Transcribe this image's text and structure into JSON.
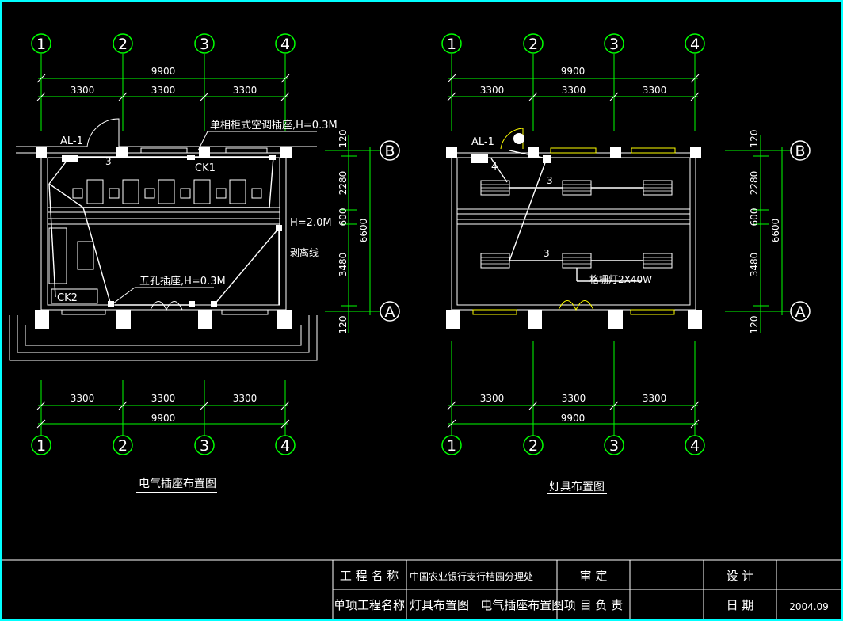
{
  "socket_plan": {
    "title": "电气插座布置图",
    "axes_top": [
      "1",
      "2",
      "3",
      "4"
    ],
    "axes_bottom": [
      "1",
      "2",
      "3",
      "4"
    ],
    "dim_total": "9900",
    "dim_spans": [
      "3300",
      "3300",
      "3300"
    ],
    "labels": {
      "panel": "AL-1",
      "ac_socket": "单相柜式空调插座,H=0.3M",
      "ck1": "CK1",
      "ck2": "CK2",
      "height": "H=2.0M",
      "five_hole": "五孔插座,H=0.3M",
      "wire_label": "剥离线",
      "wire_count_3": "3"
    }
  },
  "lighting_plan": {
    "title": "灯具布置图",
    "axes_top": [
      "1",
      "2",
      "3",
      "4"
    ],
    "axes_bottom": [
      "1",
      "2",
      "3",
      "4"
    ],
    "dim_total": "9900",
    "dim_spans": [
      "3300",
      "3300",
      "3300"
    ],
    "labels": {
      "panel": "AL-1",
      "grille_lamp": "格栅灯2X40W",
      "wire_count_3": "3",
      "wire_count_4": "4"
    }
  },
  "vertical_dims": {
    "row_axes": [
      "B",
      "A"
    ],
    "left_set": {
      "segments": [
        "120",
        "2280",
        "600",
        "3480",
        "120"
      ],
      "total": "6600"
    },
    "right_set": {
      "segments": [
        "120",
        "2280",
        "600",
        "3480",
        "120"
      ],
      "total": "6600"
    }
  },
  "title_block": {
    "project_name_label": "工 程 名 称",
    "project_name_value": "中国农业银行支行桔园分理处",
    "review_label": "审      定",
    "design_label": "设      计",
    "sub_project_label": "单项工程名称",
    "sub_project_value": "灯具布置图   电气插座布置图",
    "manager_label": "项 目 负 责",
    "date_label": "日      期",
    "date_value": "2004.09"
  },
  "colors": {
    "background": "#000000",
    "linework": "#ffffff",
    "dimension": "#00ff00",
    "axis_bubble": "#00ff00",
    "window": "#ffff00",
    "border": "#00ffff"
  }
}
